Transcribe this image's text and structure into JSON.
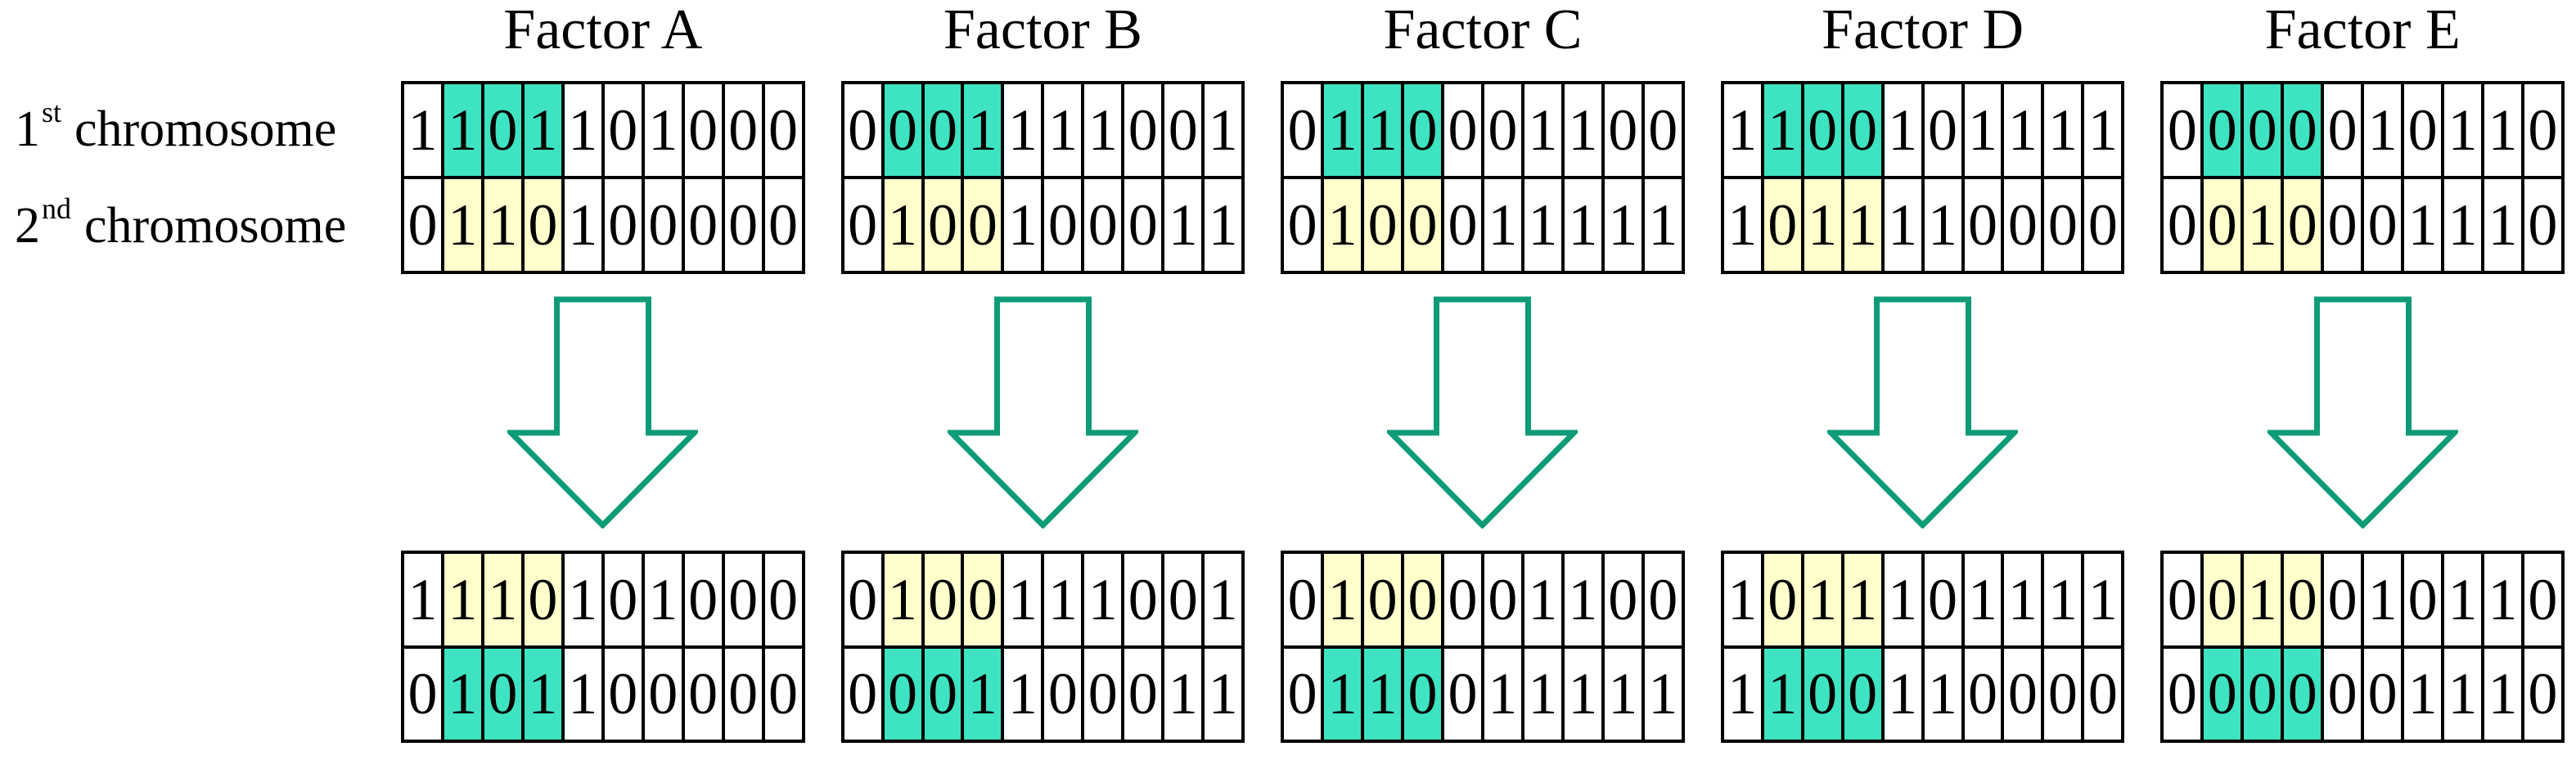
{
  "row_labels": {
    "first": {
      "ordinal": "1",
      "suffix": "st",
      "text": "chromosome"
    },
    "second": {
      "ordinal": "2",
      "suffix": "nd",
      "text": "chromosome"
    }
  },
  "colors": {
    "highlight_cyan": "#3ee4c2",
    "highlight_yellow": "#ffffcc",
    "arrow_green": "#0e9b77",
    "cell_border": "#000000",
    "highlight_meaning": {
      "parents": {
        "chromosome1": "cyan",
        "chromosome2": "yellow"
      },
      "offspring": {
        "chromosome1": "yellow",
        "chromosome2": "cyan"
      }
    }
  },
  "factors": [
    {
      "title": "Factor A",
      "highlight_cells": [
        1,
        3
      ],
      "before": {
        "chromosome1": [
          "1",
          "1",
          "0",
          "1",
          "1",
          "0",
          "1",
          "0",
          "0",
          "0"
        ],
        "chromosome2": [
          "0",
          "1",
          "1",
          "0",
          "1",
          "0",
          "0",
          "0",
          "0",
          "0"
        ]
      },
      "after": {
        "chromosome1": [
          "1",
          "1",
          "1",
          "0",
          "1",
          "0",
          "1",
          "0",
          "0",
          "0"
        ],
        "chromosome2": [
          "0",
          "1",
          "0",
          "1",
          "1",
          "0",
          "0",
          "0",
          "0",
          "0"
        ]
      }
    },
    {
      "title": "Factor B",
      "highlight_cells": [
        1,
        3
      ],
      "before": {
        "chromosome1": [
          "0",
          "0",
          "0",
          "1",
          "1",
          "1",
          "1",
          "0",
          "0",
          "1"
        ],
        "chromosome2": [
          "0",
          "1",
          "0",
          "0",
          "1",
          "0",
          "0",
          "0",
          "1",
          "1"
        ]
      },
      "after": {
        "chromosome1": [
          "0",
          "1",
          "0",
          "0",
          "1",
          "1",
          "1",
          "0",
          "0",
          "1"
        ],
        "chromosome2": [
          "0",
          "0",
          "0",
          "1",
          "1",
          "0",
          "0",
          "0",
          "1",
          "1"
        ]
      }
    },
    {
      "title": "Factor C",
      "highlight_cells": [
        1,
        3
      ],
      "before": {
        "chromosome1": [
          "0",
          "1",
          "1",
          "0",
          "0",
          "0",
          "1",
          "1",
          "0",
          "0"
        ],
        "chromosome2": [
          "0",
          "1",
          "0",
          "0",
          "0",
          "1",
          "1",
          "1",
          "1",
          "1"
        ]
      },
      "after": {
        "chromosome1": [
          "0",
          "1",
          "0",
          "0",
          "0",
          "0",
          "1",
          "1",
          "0",
          "0"
        ],
        "chromosome2": [
          "0",
          "1",
          "1",
          "0",
          "0",
          "1",
          "1",
          "1",
          "1",
          "1"
        ]
      }
    },
    {
      "title": "Factor D",
      "highlight_cells": [
        1,
        3
      ],
      "before": {
        "chromosome1": [
          "1",
          "1",
          "0",
          "0",
          "1",
          "0",
          "1",
          "1",
          "1",
          "1"
        ],
        "chromosome2": [
          "1",
          "0",
          "1",
          "1",
          "1",
          "1",
          "0",
          "0",
          "0",
          "0"
        ]
      },
      "after": {
        "chromosome1": [
          "1",
          "0",
          "1",
          "1",
          "1",
          "0",
          "1",
          "1",
          "1",
          "1"
        ],
        "chromosome2": [
          "1",
          "1",
          "0",
          "0",
          "1",
          "1",
          "0",
          "0",
          "0",
          "0"
        ]
      }
    },
    {
      "title": "Factor E",
      "highlight_cells": [
        1,
        3
      ],
      "before": {
        "chromosome1": [
          "0",
          "0",
          "0",
          "0",
          "0",
          "1",
          "0",
          "1",
          "1",
          "0"
        ],
        "chromosome2": [
          "0",
          "0",
          "1",
          "0",
          "0",
          "0",
          "1",
          "1",
          "1",
          "0"
        ]
      },
      "after": {
        "chromosome1": [
          "0",
          "0",
          "1",
          "0",
          "0",
          "1",
          "0",
          "1",
          "1",
          "0"
        ],
        "chromosome2": [
          "0",
          "0",
          "0",
          "0",
          "0",
          "0",
          "1",
          "1",
          "1",
          "0"
        ]
      }
    }
  ]
}
